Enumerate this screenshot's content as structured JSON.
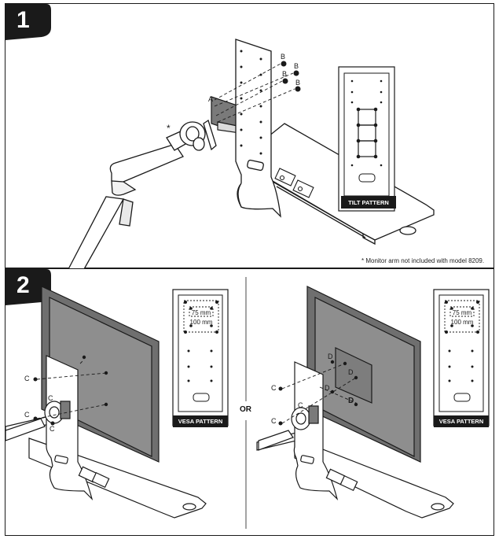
{
  "steps": [
    {
      "number": "1",
      "footnote": "* Monitor arm not included with model 8209.",
      "callouts": {
        "a": "A",
        "b": "B",
        "star": "*"
      },
      "inset_label": "TILT PATTERN"
    },
    {
      "number": "2",
      "or_label": "OR",
      "callouts": {
        "c": "C",
        "d": "D"
      },
      "inset_left": {
        "label": "VESA PATTERN",
        "dim_small": "75 mm",
        "dim_large": "100 mm"
      },
      "inset_right": {
        "label": "VESA PATTERN",
        "dim_small": "75 mm",
        "dim_large": "100 mm"
      }
    }
  ],
  "colors": {
    "ink": "#1a1a1a",
    "monitor_gray": "#8e8e8e",
    "monitor_dark": "#6f6f6f",
    "bracket_gray": "#777777"
  }
}
